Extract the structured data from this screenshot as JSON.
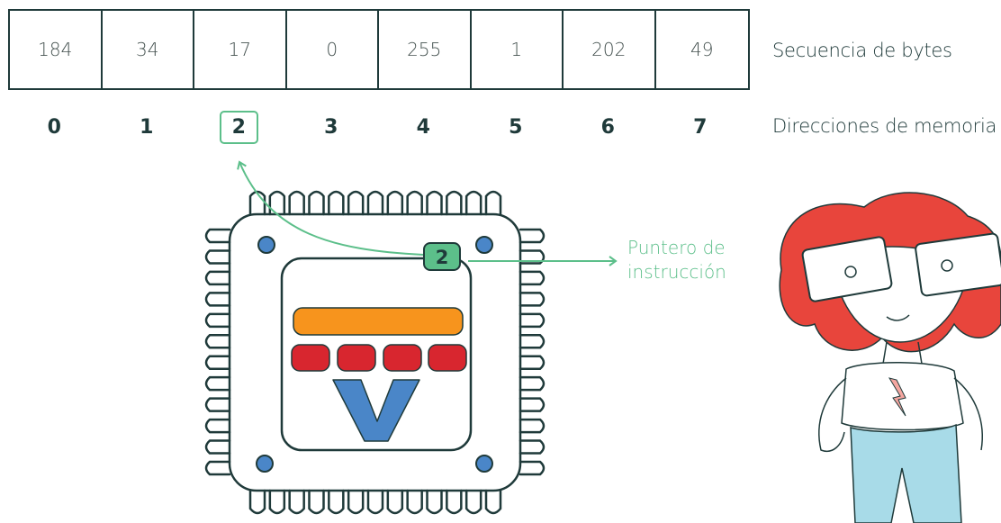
{
  "bytes": {
    "values": [
      "184",
      "34",
      "17",
      "0",
      "255",
      "1",
      "202",
      "49"
    ],
    "label": "Secuencia de bytes"
  },
  "addresses": {
    "values": [
      "0",
      "1",
      "2",
      "3",
      "4",
      "5",
      "6",
      "7"
    ],
    "label": "Direcciones de memoria",
    "highlighted_index": 2
  },
  "cpu": {
    "pointer_value": "2",
    "pointer_label_line1": "Puntero de",
    "pointer_label_line2": "instrucción",
    "logo_letter": "V"
  },
  "colors": {
    "outline": "#1f3a3a",
    "pointer_green": "#5cbf8a",
    "alu_orange": "#f7941d",
    "register_red": "#d8262f",
    "logo_blue": "#4a86c8",
    "pin_blue": "#4a86c8",
    "hair_red": "#e8453c",
    "jeans_blue": "#a8dbe8"
  }
}
